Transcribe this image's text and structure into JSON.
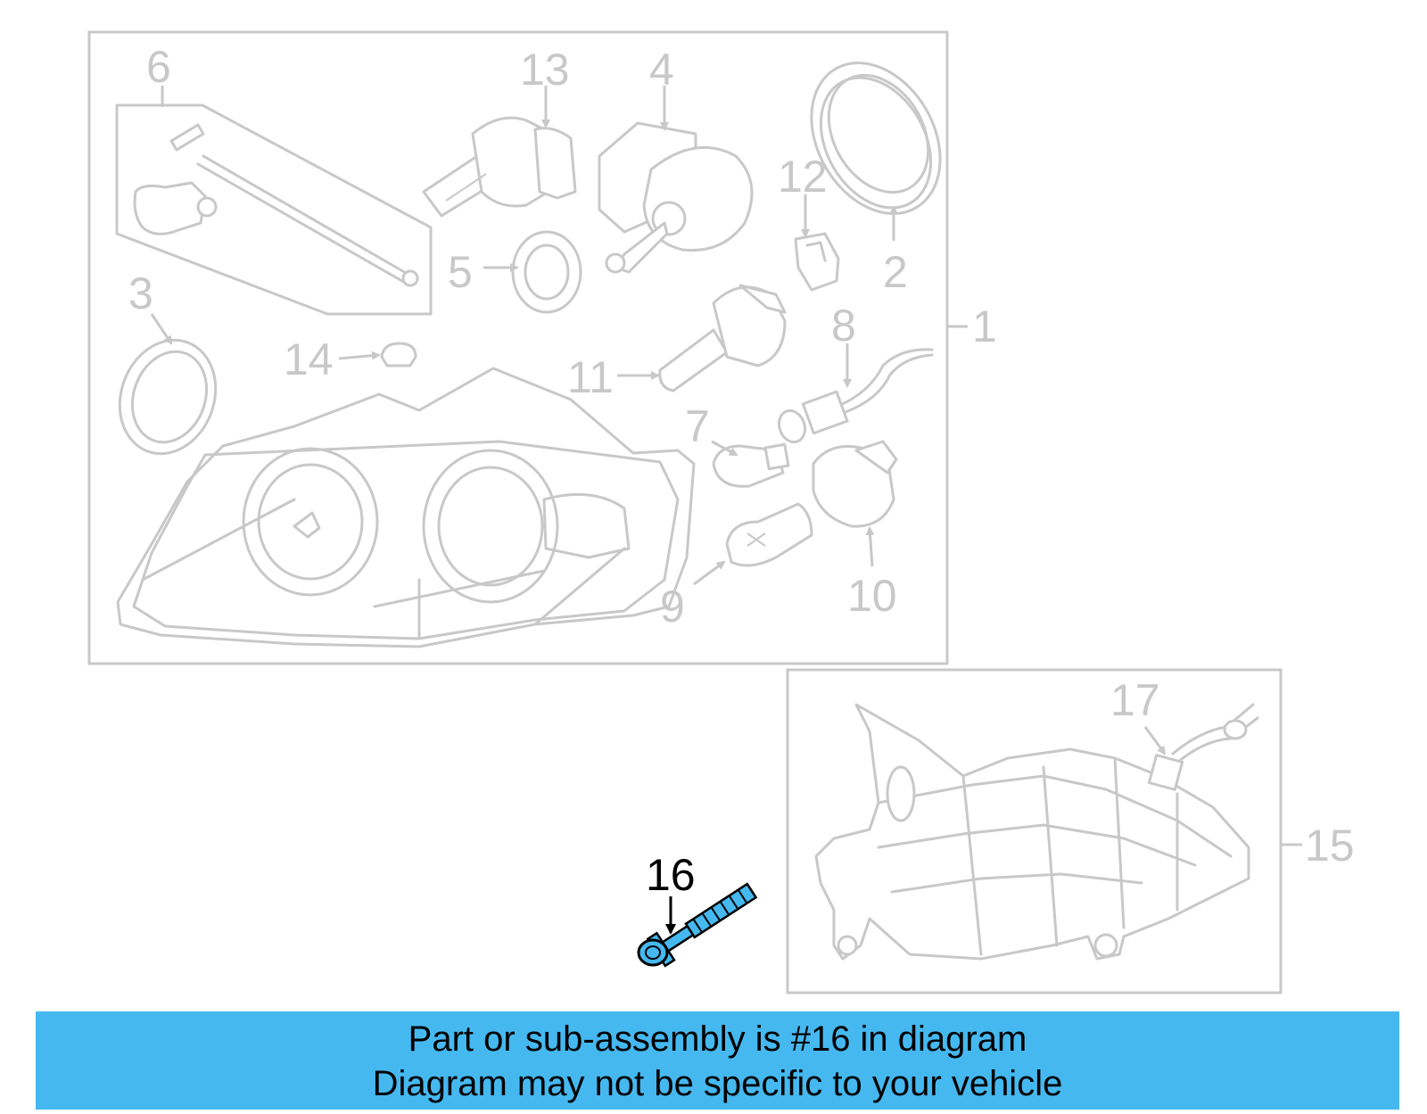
{
  "diagram": {
    "labels": {
      "l1": "1",
      "l2": "2",
      "l3": "3",
      "l4": "4",
      "l5": "5",
      "l6": "6",
      "l7": "7",
      "l8": "8",
      "l9": "9",
      "l10": "10",
      "l11": "11",
      "l12": "12",
      "l13": "13",
      "l14": "14",
      "l15": "15",
      "l16": "16",
      "l17": "17"
    },
    "highlighted_part": "16",
    "colors": {
      "highlight": "#45b8f0",
      "line": "#c8c8c8",
      "banner": "#45b8f0"
    }
  },
  "banner": {
    "line1": "Part or sub-assembly is #16 in diagram",
    "line2": "Diagram may not be specific to your vehicle"
  }
}
